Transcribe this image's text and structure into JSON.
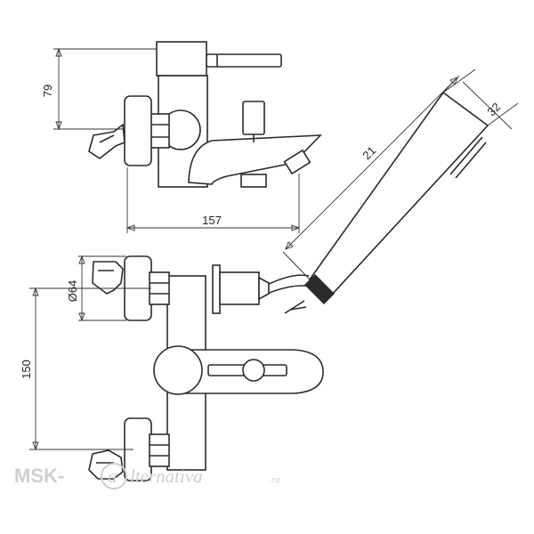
{
  "dimensions": {
    "height_top": "79",
    "width_top": "157",
    "hand_shower_length": "21",
    "hand_shower_diameter": "32",
    "escutcheon_diameter": "Ø64",
    "centers_distance": "150"
  },
  "watermark": {
    "brand_left": "MSK-",
    "brand_right": "lternativa",
    "domain": ".ru"
  }
}
